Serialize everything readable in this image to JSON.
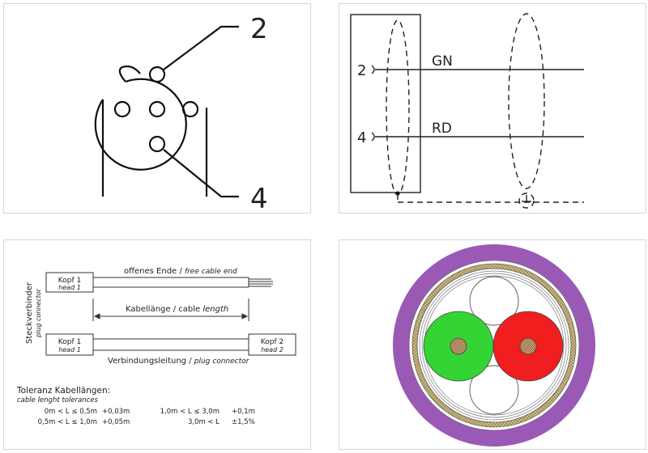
{
  "pinout": {
    "pin_a": "2",
    "pin_b": "4"
  },
  "schematic": {
    "pin_a": "2",
    "pin_b": "4",
    "wire_a": "GN",
    "wire_b": "RD"
  },
  "cable_drawing": {
    "side_label": "Steckverbinder",
    "side_label_en": "plug connector",
    "head1_de": "Kopf 1",
    "head1_en": "head 1",
    "head1b_de": "Kopf 1",
    "head1b_en": "head 1",
    "head2_de": "Kopf 2",
    "head2_en": "head 2",
    "open_end_de": "offenes Ende /",
    "open_end_en": "free cable end",
    "length_de": "Kabellänge / cable",
    "length_en": "length",
    "assembly_de": "Verbindungsleitung /",
    "assembly_en": "plug connector",
    "tolerance_title": "Toleranz Kabellängen:",
    "tolerance_subtitle": "cable lenght tolerances",
    "tolerances": [
      {
        "range": "0m < L ≤ 0,5m",
        "tol": "+0,03m"
      },
      {
        "range": "0,5m < L ≤ 1,0m",
        "tol": "+0,05m"
      },
      {
        "range": "1,0m < L ≤ 3,0m",
        "tol": "+0,1m"
      },
      {
        "range": "3,0m < L",
        "tol": "±1,5%"
      }
    ]
  },
  "cross_section": {
    "colors": {
      "jacket": "#9b59b6",
      "shield": "#d4c08a",
      "green_core": "#35d435",
      "red_core": "#f01e1e",
      "copper": "#c8a27a"
    }
  }
}
